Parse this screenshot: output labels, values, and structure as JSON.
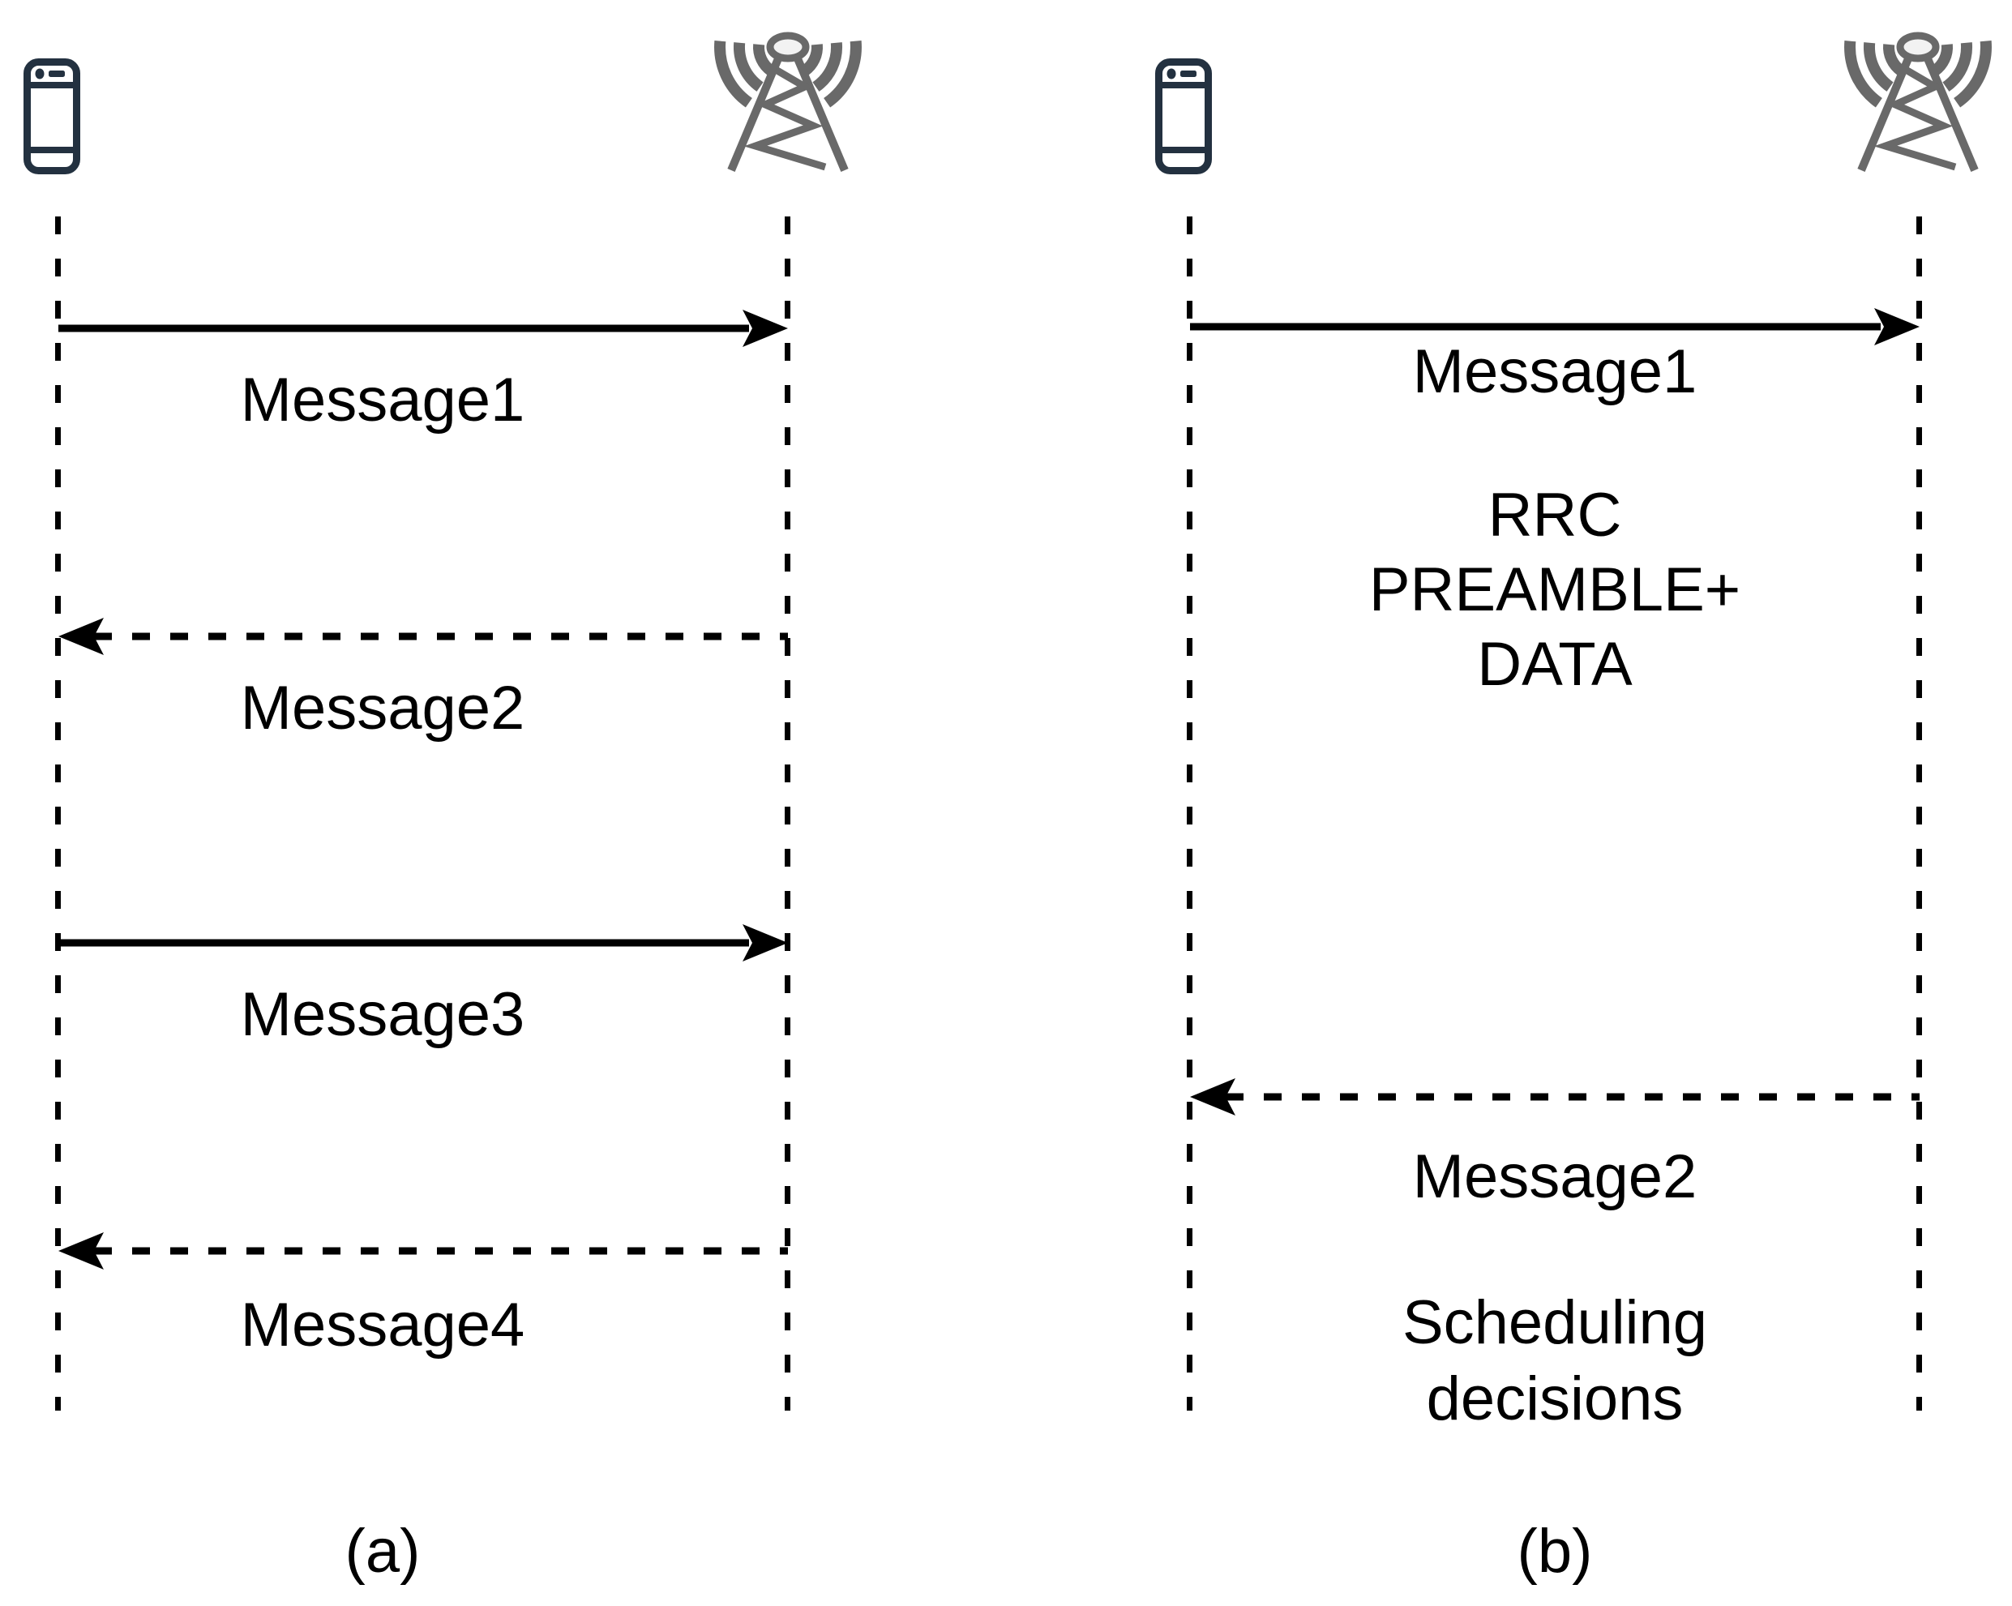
{
  "figure": {
    "panel_a": {
      "caption": "(a)",
      "left_actor": "mobile phone",
      "right_actor": "cell tower base station",
      "messages": [
        {
          "label": "Message1",
          "direction": "right",
          "line_style": "solid"
        },
        {
          "label": "Message2",
          "direction": "left",
          "line_style": "dashed"
        },
        {
          "label": "Message3",
          "direction": "right",
          "line_style": "solid"
        },
        {
          "label": "Message4",
          "direction": "left",
          "line_style": "dashed"
        }
      ]
    },
    "panel_b": {
      "caption": "(b)",
      "left_actor": "mobile phone",
      "right_actor": "cell tower base station",
      "messages": [
        {
          "label": "Message1",
          "direction": "right",
          "line_style": "solid",
          "annotation": "RRC\nPREAMBLE+\nDATA"
        },
        {
          "label": "Message2",
          "direction": "left",
          "line_style": "dashed",
          "annotation": "Scheduling\ndecisions"
        }
      ]
    },
    "colors": {
      "line": "#000000",
      "phone_icon": "#233140",
      "tower_icon": "#696969",
      "background": "#ffffff"
    }
  }
}
